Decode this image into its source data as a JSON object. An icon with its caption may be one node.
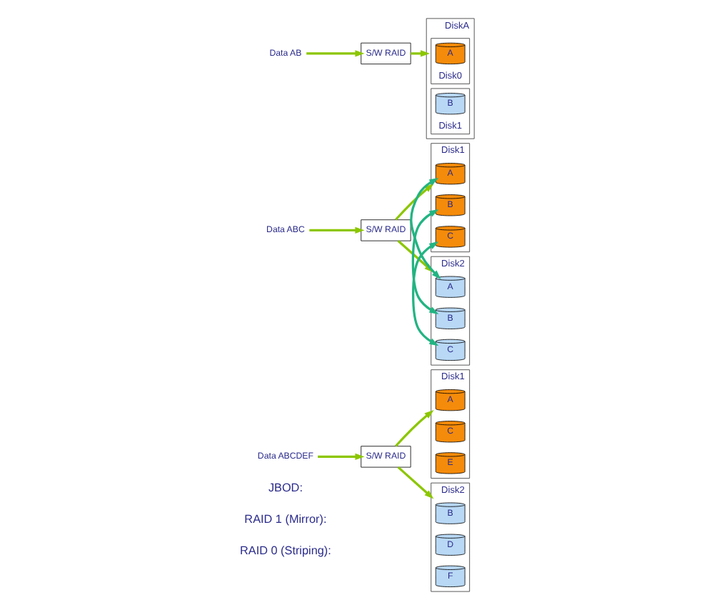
{
  "diagram": {
    "nodes": [
      {
        "text": [
          "Data ABCDEF"
        ]
      },
      {
        "text": [
          "S/W RAID"
        ]
      },
      {
        "text": [
          "Disk1"
        ]
      },
      {
        "text": [
          "A"
        ],
        "in": 2
      },
      {
        "text": [
          "C"
        ],
        "in": 2
      },
      {
        "text": [
          "E"
        ],
        "in": 2
      },
      {
        "text": [
          "Disk2"
        ]
      },
      {
        "text": [
          "B"
        ],
        "in": 6
      },
      {
        "text": [
          "D"
        ],
        "in": 6
      },
      {
        "text": [
          "F"
        ],
        "in": 6
      },
      {
        "text": [
          "Data ABC"
        ]
      },
      {
        "text": [
          "S/W RAID"
        ]
      },
      {
        "text": [
          "Disk1"
        ]
      },
      {
        "text": [
          "A"
        ],
        "in": 12
      },
      {
        "text": [
          "B"
        ],
        "in": 12
      },
      {
        "text": [
          "C"
        ],
        "in": 12
      },
      {
        "text": [
          "Disk2"
        ]
      },
      {
        "text": [
          "A"
        ],
        "in": 16
      },
      {
        "text": [
          "B"
        ],
        "in": 16
      },
      {
        "text": [
          "C"
        ],
        "in": 16
      },
      {
        "text": [
          "Data AB"
        ]
      },
      {
        "text": [
          "S/W RAID"
        ]
      },
      {
        "text": [
          "DiskA"
        ]
      },
      {
        "text": [
          "Disk0"
        ],
        "in": 22
      },
      {
        "text": [
          "A"
        ],
        "in": 23
      },
      {
        "text": [
          "Disk1"
        ],
        "in": 22
      },
      {
        "text": [
          "B"
        ],
        "in": 25
      }
    ],
    "edges": [
      {
        "from": 0,
        "to": 1,
        "arrow": "to"
      },
      {
        "from": 1,
        "to": 2,
        "arrow": "to"
      },
      {
        "from": 1,
        "to": 6,
        "arrow": "to"
      },
      {
        "from": 10,
        "to": 11,
        "arrow": "to"
      },
      {
        "from": 11,
        "to": 12,
        "arrow": "to"
      },
      {
        "from": 11,
        "to": 16,
        "arrow": "to"
      },
      {
        "from": 13,
        "to": 17,
        "arrow": "both",
        "color": "#22b482"
      },
      {
        "from": 14,
        "to": 18,
        "arrow": "both",
        "color": "#22b482"
      },
      {
        "from": 15,
        "to": 19,
        "arrow": "both",
        "color": "#22b482"
      },
      {
        "from": 20,
        "to": 21,
        "arrow": "to"
      },
      {
        "from": 21,
        "to": 22,
        "arrow": "to"
      }
    ],
    "labels": [
      "RAID 0 (Striping):",
      "RAID 1 (Mirror):",
      "JBOD:"
    ]
  }
}
